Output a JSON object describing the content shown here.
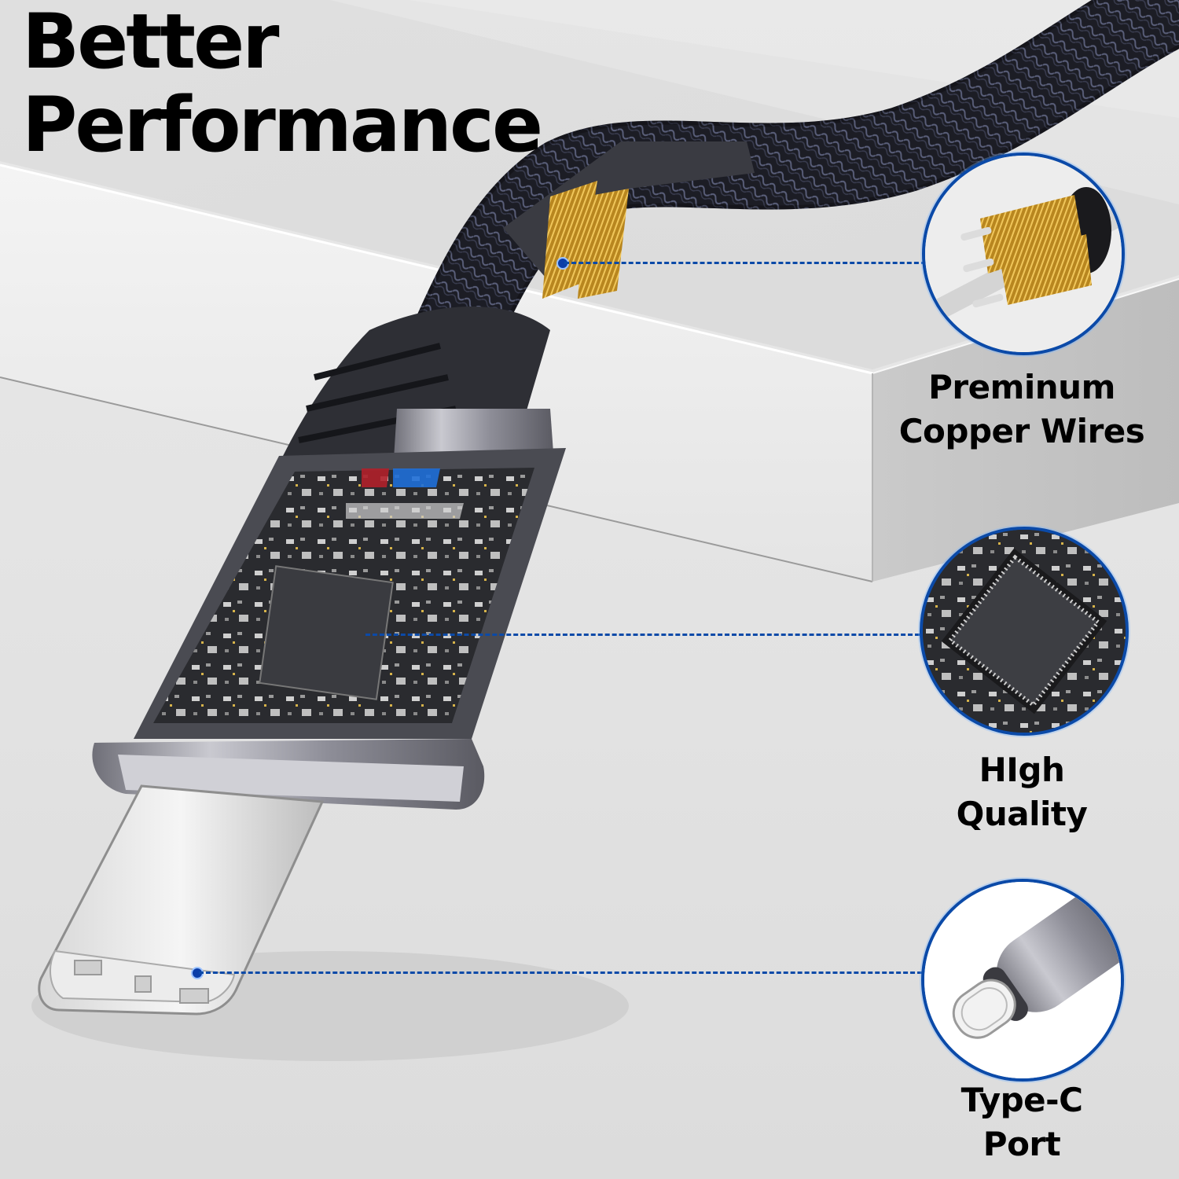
{
  "headline": {
    "line1": "Better",
    "line2": "Performance"
  },
  "callouts": [
    {
      "id": "copper",
      "label_line1": "Preminum",
      "label_line2": "Copper Wires",
      "icon": "copper-wires-icon"
    },
    {
      "id": "chip",
      "label_line1": "HIgh",
      "label_line2": "Quality",
      "icon": "chip-icon"
    },
    {
      "id": "port",
      "label_line1": "Type-C",
      "label_line2": "Port",
      "icon": "usb-c-port-icon"
    }
  ],
  "colors": {
    "accent": "#0b4aa8",
    "text": "#000000",
    "background": "#e6e6e6",
    "cable": "#1e1f26",
    "copper": "#c8962a",
    "metal": "#9a9aa2"
  }
}
